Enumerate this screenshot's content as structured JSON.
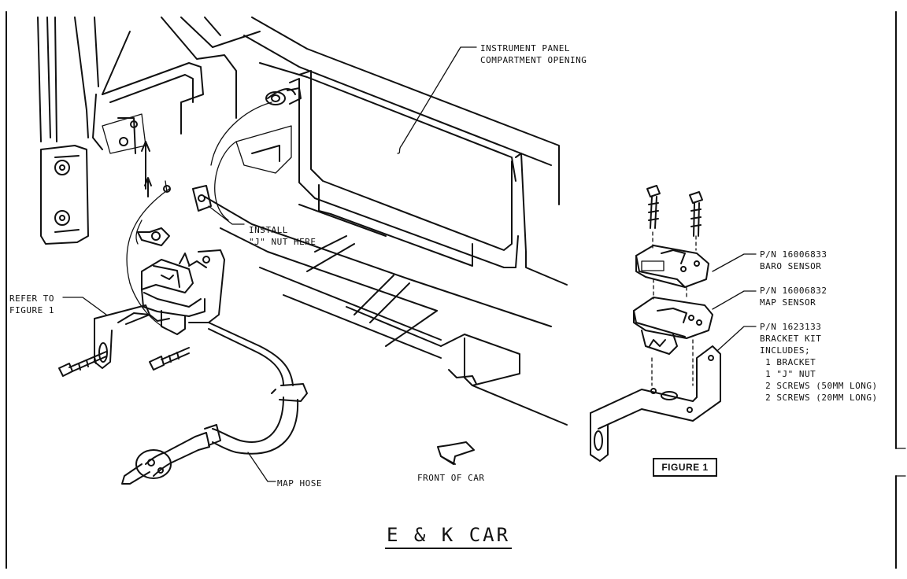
{
  "labels": {
    "instrument_panel": "INSTRUMENT PANEL\nCOMPARTMENT OPENING",
    "install_j_nut": "INSTALL\n\"J\" NUT HERE",
    "refer_to": "REFER TO\nFIGURE 1",
    "map_hose": "MAP HOSE",
    "front_of_car": "FRONT OF CAR",
    "baro_sensor": "P/N 16006833\nBARO SENSOR",
    "map_sensor": "P/N 16006832\nMAP SENSOR",
    "bracket_kit": "P/N 1623133\nBRACKET KIT\nINCLUDES;\n 1 BRACKET\n 1 \"J\" NUT\n 2 SCREWS (50mm LONG)\n 2 SCREWS (20mm LONG)",
    "figure_1": "FIGURE 1",
    "title": "E & K CAR"
  },
  "colors": {
    "ink": "#111111",
    "paper": "#ffffff"
  }
}
